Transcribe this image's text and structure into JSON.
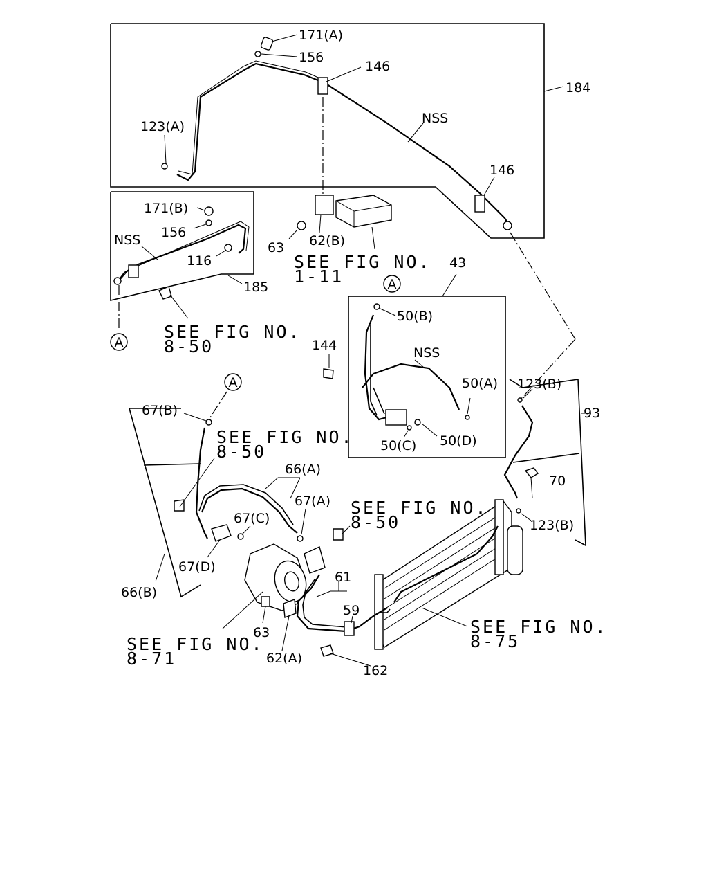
{
  "labels": {
    "l171a": "171(A)",
    "l156a": "156",
    "l146a": "146",
    "l184": "184",
    "l123a": "123(A)",
    "lnss1": "NSS",
    "l146b": "146",
    "l171b": "171(B)",
    "l156b": "156",
    "lnss2": "NSS",
    "l116": "116",
    "l185": "185",
    "l63a": "63",
    "l62b": "62(B)",
    "l43": "43",
    "l50b": "50(B)",
    "l144": "144",
    "lnss3": "NSS",
    "l50a": "50(A)",
    "l50c": "50(C)",
    "l50d": "50(D)",
    "l123b1": "123(B)",
    "l93": "93",
    "l70": "70",
    "l123b2": "123(B)",
    "l67b": "67(B)",
    "l66a": "66(A)",
    "l67a": "67(A)",
    "l67c": "67(C)",
    "l67d": "67(D)",
    "l66b": "66(B)",
    "l61": "61",
    "l59": "59",
    "l63b": "63",
    "l62a": "62(A)",
    "l162": "162"
  },
  "refs": {
    "r111a": "SEE FIG NO.",
    "r111b": "1-11",
    "r850a1": "SEE FIG NO.",
    "r850b1": "8-50",
    "r850a2": "SEE FIG NO.",
    "r850b2": "8-50",
    "r850a3": "SEE FIG NO.",
    "r850b3": "8-50",
    "r871a": "SEE FIG NO.",
    "r871b": "8-71",
    "r875a": "SEE FIG NO.",
    "r875b": "8-75"
  },
  "markers": {
    "m1": "A",
    "m2": "A",
    "m3": "A"
  }
}
